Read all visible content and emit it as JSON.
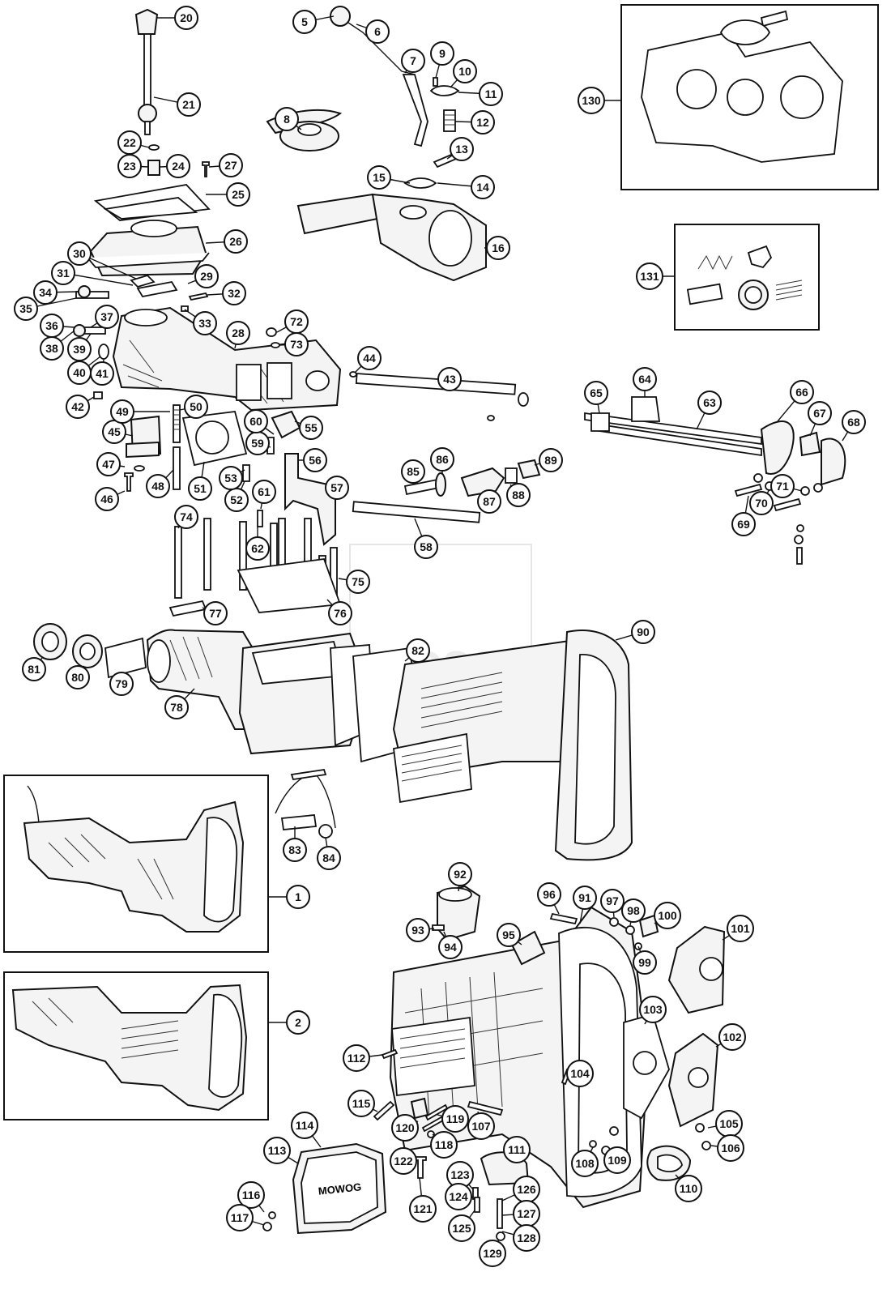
{
  "watermark": {
    "text": "moss"
  },
  "gearbox_label": {
    "text": "MOWOG"
  },
  "callouts": [
    "1",
    "2",
    "5",
    "6",
    "7",
    "8",
    "9",
    "10",
    "11",
    "12",
    "13",
    "14",
    "15",
    "16",
    "20",
    "21",
    "22",
    "23",
    "24",
    "25",
    "26",
    "27",
    "28",
    "29",
    "30",
    "31",
    "32",
    "33",
    "34",
    "35",
    "36",
    "37",
    "38",
    "39",
    "40",
    "41",
    "42",
    "43",
    "44",
    "45",
    "46",
    "47",
    "48",
    "49",
    "50",
    "51",
    "52",
    "53",
    "55",
    "56",
    "57",
    "58",
    "59",
    "60",
    "61",
    "62",
    "63",
    "64",
    "65",
    "66",
    "67",
    "68",
    "69",
    "70",
    "71",
    "72",
    "73",
    "74",
    "75",
    "76",
    "77",
    "78",
    "79",
    "80",
    "81",
    "82",
    "83",
    "84",
    "85",
    "86",
    "87",
    "88",
    "89",
    "90",
    "91",
    "92",
    "93",
    "94",
    "95",
    "96",
    "97",
    "98",
    "99",
    "100",
    "101",
    "102",
    "103",
    "104",
    "105",
    "106",
    "107",
    "108",
    "109",
    "110",
    "111",
    "112",
    "113",
    "114",
    "115",
    "116",
    "117",
    "118",
    "119",
    "120",
    "121",
    "122",
    "123",
    "124",
    "125",
    "126",
    "127",
    "128",
    "129",
    "130",
    "131"
  ]
}
